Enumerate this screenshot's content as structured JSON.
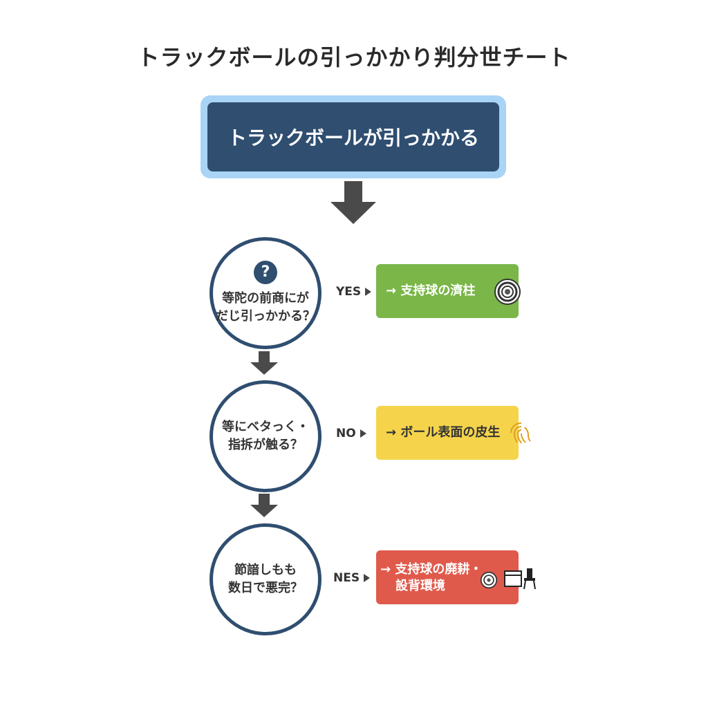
{
  "title": "トラックボールの引っかかり判分世チート",
  "start": {
    "label": "トラックボールが引っかかる"
  },
  "questions": [
    {
      "icon": "?",
      "line1": "等陀の前商にが",
      "line2": "だじ引っかかる？"
    },
    {
      "line1": "等にベタっく・",
      "line2": "指拆が触る？"
    },
    {
      "line1": "節諳しもも",
      "line2": "数日で悪完？"
    }
  ],
  "branches": [
    {
      "label": "YES"
    },
    {
      "label": "NO"
    },
    {
      "label": "NES"
    }
  ],
  "results": [
    {
      "text": "→ 支持球の濟柱"
    },
    {
      "text": "→ ボール表面の皮生"
    },
    {
      "line1": "→ 支持球の廃耕・",
      "line2": "設背環境"
    }
  ],
  "colors": {
    "navy": "#2f4e70",
    "light_blue": "#a9d4f5",
    "green": "#7ab648",
    "yellow": "#f5d44c",
    "red": "#e05a4c"
  },
  "icons": [
    "question-icon",
    "bearing-icon",
    "fingerprint-icon",
    "bearing-icon",
    "desk-chair-icon"
  ]
}
